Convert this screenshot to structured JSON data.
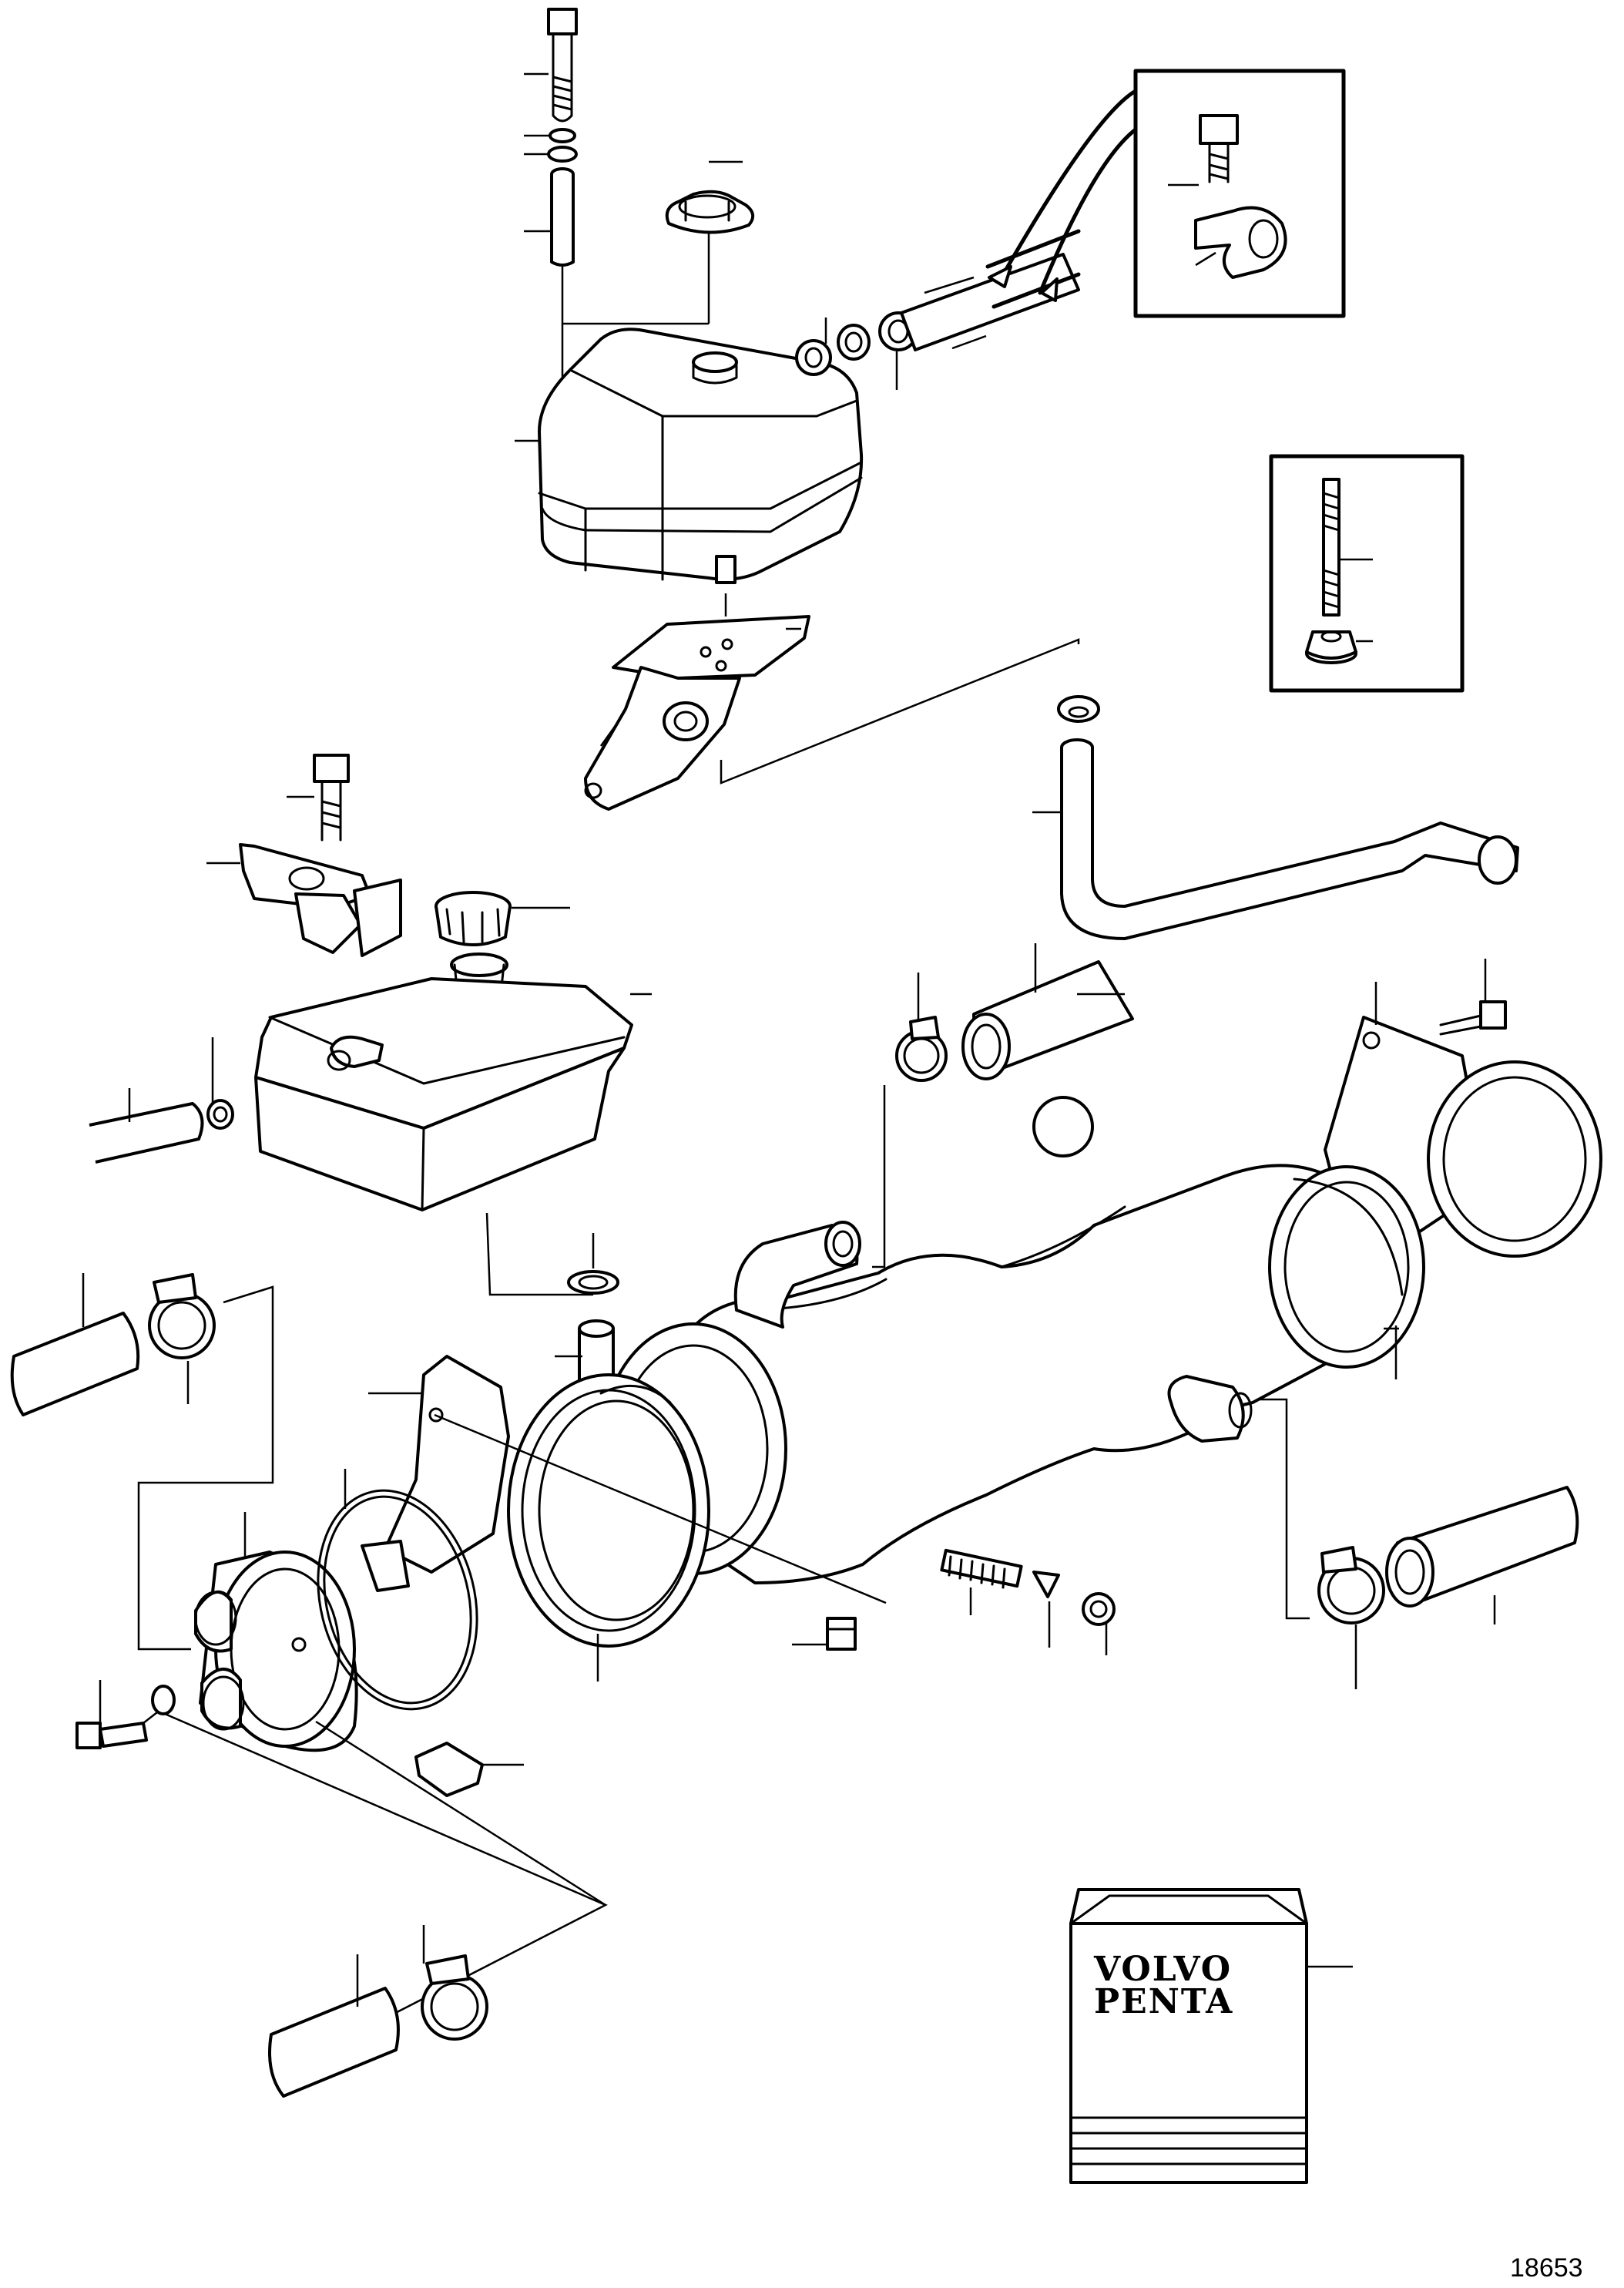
{
  "figure_number": "18653",
  "logo": {
    "line1": "VOLVO",
    "line2": "PENTA"
  }
}
